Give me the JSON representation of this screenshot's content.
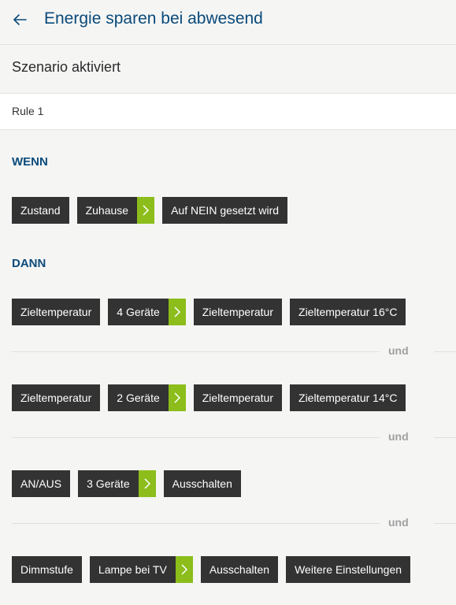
{
  "header": {
    "title": "Energie sparen bei abwesend",
    "back_icon": "arrow-left-icon"
  },
  "scenario": {
    "status_label": "Szenario aktiviert"
  },
  "rule": {
    "name": "Rule 1"
  },
  "when": {
    "label": "WENN",
    "chips": [
      {
        "text": "Zustand",
        "arrow": false
      },
      {
        "text": "Zuhause",
        "arrow": true
      },
      {
        "text": "Auf NEIN gesetzt wird",
        "arrow": false
      }
    ]
  },
  "then": {
    "label": "DANN",
    "connector": "und",
    "actions": [
      {
        "chips": [
          {
            "text": "Zieltemperatur",
            "arrow": false
          },
          {
            "text": "4 Geräte",
            "arrow": true
          },
          {
            "text": "Zieltemperatur",
            "arrow": false
          },
          {
            "text": "Zieltemperatur 16°C",
            "arrow": false
          }
        ]
      },
      {
        "chips": [
          {
            "text": "Zieltemperatur",
            "arrow": false
          },
          {
            "text": "2 Geräte",
            "arrow": true
          },
          {
            "text": "Zieltemperatur",
            "arrow": false
          },
          {
            "text": "Zieltemperatur 14°C",
            "arrow": false
          }
        ]
      },
      {
        "chips": [
          {
            "text": "AN/AUS",
            "arrow": false
          },
          {
            "text": "3 Geräte",
            "arrow": true
          },
          {
            "text": "Ausschalten",
            "arrow": false
          }
        ]
      },
      {
        "chips": [
          {
            "text": "Dimmstufe",
            "arrow": false
          },
          {
            "text": "Lampe bei TV",
            "arrow": true
          },
          {
            "text": "Ausschalten",
            "arrow": false
          },
          {
            "text": "Weitere Einstellungen",
            "arrow": false
          }
        ]
      }
    ]
  },
  "colors": {
    "accent": "#0a4a7a",
    "chip_bg": "#333333",
    "arrow_bg": "#8cbd1b"
  }
}
